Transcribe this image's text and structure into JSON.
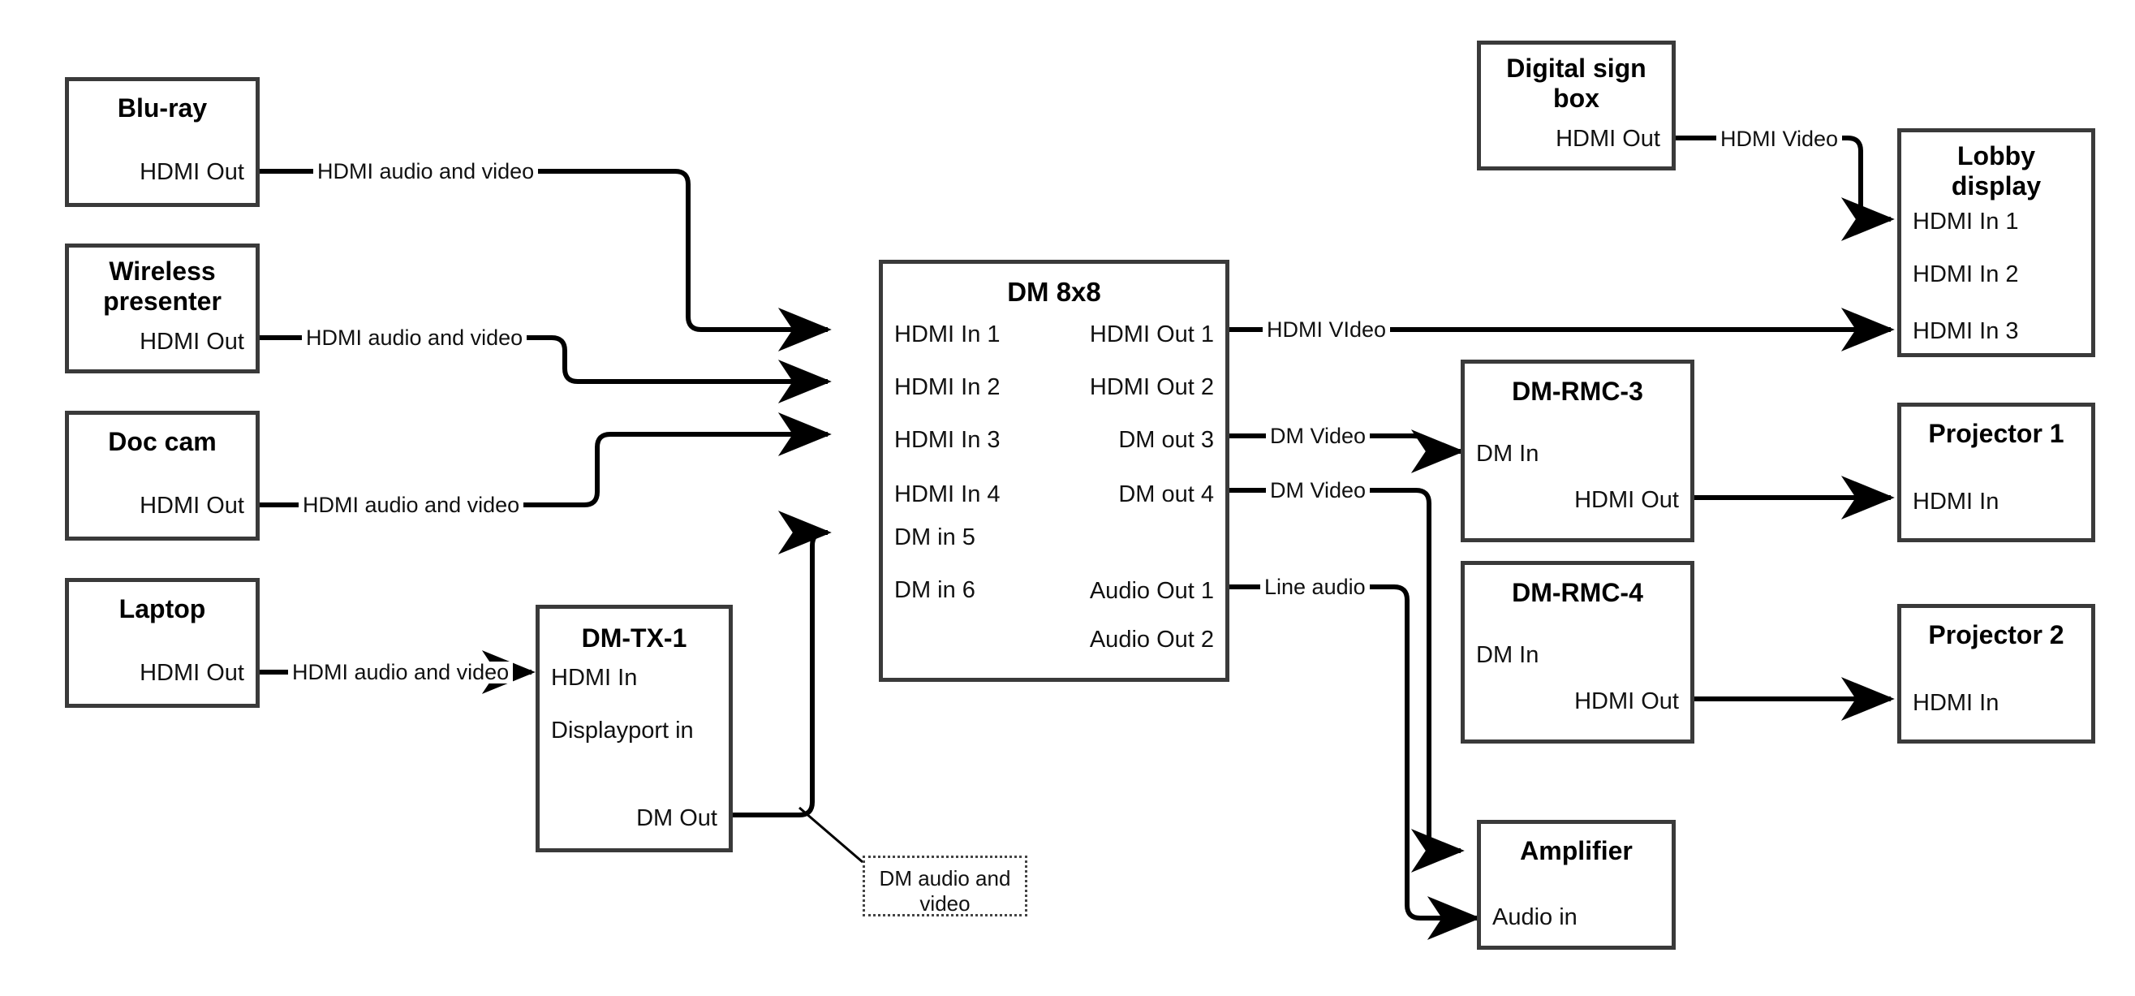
{
  "diagram": {
    "title": "AV signal flow diagram",
    "stroke_color": "#3a3a3a",
    "wire_color": "#000000",
    "background": "#ffffff"
  },
  "nodes": {
    "bluray": {
      "title": "Blu-ray",
      "ports": [
        {
          "label": "HDMI Out"
        }
      ]
    },
    "wireless": {
      "title": "Wireless\npresenter",
      "title_line1": "Wireless",
      "title_line2": "presenter",
      "ports": [
        {
          "label": "HDMI Out"
        }
      ]
    },
    "doccam": {
      "title": "Doc cam",
      "ports": [
        {
          "label": "HDMI Out"
        }
      ]
    },
    "laptop": {
      "title": "Laptop",
      "ports": [
        {
          "label": "HDMI Out"
        }
      ]
    },
    "dmtx1": {
      "title": "DM-TX-1",
      "ports": [
        {
          "label": "HDMI In"
        },
        {
          "label": "Displayport in"
        },
        {
          "label": "DM Out"
        }
      ]
    },
    "dm8x8": {
      "title": "DM 8x8",
      "inputs": [
        "HDMI In 1",
        "HDMI In 2",
        "HDMI In 3",
        "HDMI In 4",
        "DM in 5",
        "DM in 6"
      ],
      "outputs": [
        "HDMI Out 1",
        "HDMI Out 2",
        "DM out 3",
        "DM out 4",
        "Audio Out 1",
        "Audio Out 2"
      ]
    },
    "signbox": {
      "title_line1": "Digital sign",
      "title_line2": "box",
      "ports": [
        {
          "label": "HDMI Out"
        }
      ]
    },
    "lobby": {
      "title_line1": "Lobby",
      "title_line2": "display",
      "ports": [
        {
          "label": "HDMI In 1"
        },
        {
          "label": "HDMI In 2"
        },
        {
          "label": "HDMI In 3"
        }
      ]
    },
    "rmc3": {
      "title": "DM-RMC-3",
      "ports": [
        {
          "label": "DM In"
        },
        {
          "label": "HDMI Out"
        }
      ]
    },
    "rmc4": {
      "title": "DM-RMC-4",
      "ports": [
        {
          "label": "DM In"
        },
        {
          "label": "HDMI Out"
        }
      ]
    },
    "proj1": {
      "title": "Projector 1",
      "ports": [
        {
          "label": "HDMI In"
        }
      ]
    },
    "proj2": {
      "title": "Projector 2",
      "ports": [
        {
          "label": "HDMI In"
        }
      ]
    },
    "amplifier": {
      "title": "Amplifier",
      "ports": [
        {
          "label": "Audio in"
        }
      ]
    }
  },
  "note": {
    "line1": "DM audio and",
    "line2": "video"
  },
  "wire_labels": {
    "bluray_to_dm": "HDMI audio and video",
    "wireless_to_dm": "HDMI audio and video",
    "doccam_to_dm": "HDMI audio and video",
    "laptop_to_tx": "HDMI audio and video",
    "sign_to_lobby": "HDMI Video",
    "hdmiout1_to_lobby": "HDMI VIdeo",
    "dmout3_to_rmc3": "DM Video",
    "dmout4_to_rmc4": "DM Video",
    "audioout1_to_amp": "Line audio"
  },
  "connections": [
    {
      "from": "Blu-ray HDMI Out",
      "to": "DM 8x8 HDMI In 1",
      "label": "HDMI audio and video"
    },
    {
      "from": "Wireless presenter HDMI Out",
      "to": "DM 8x8 HDMI In 2",
      "label": "HDMI audio and video"
    },
    {
      "from": "Doc cam HDMI Out",
      "to": "DM 8x8 HDMI In 3",
      "label": "HDMI audio and video"
    },
    {
      "from": "Laptop HDMI Out",
      "to": "DM-TX-1 HDMI In",
      "label": "HDMI audio and video"
    },
    {
      "from": "DM-TX-1 DM Out",
      "to": "DM 8x8 DM in 5",
      "label": "DM audio and video"
    },
    {
      "from": "Digital sign box HDMI Out",
      "to": "Lobby display HDMI In 1",
      "label": "HDMI Video"
    },
    {
      "from": "DM 8x8 HDMI Out 1",
      "to": "Lobby display HDMI In 3",
      "label": "HDMI VIdeo"
    },
    {
      "from": "DM 8x8 DM out 3",
      "to": "DM-RMC-3 DM In",
      "label": "DM Video"
    },
    {
      "from": "DM 8x8 DM out 4",
      "to": "DM-RMC-4 DM In",
      "label": "DM Video"
    },
    {
      "from": "DM-RMC-3 HDMI Out",
      "to": "Projector 1 HDMI In",
      "label": ""
    },
    {
      "from": "DM-RMC-4 HDMI Out",
      "to": "Projector 2 HDMI In",
      "label": ""
    },
    {
      "from": "DM 8x8 Audio Out 1",
      "to": "Amplifier Audio in",
      "label": "Line audio"
    }
  ]
}
